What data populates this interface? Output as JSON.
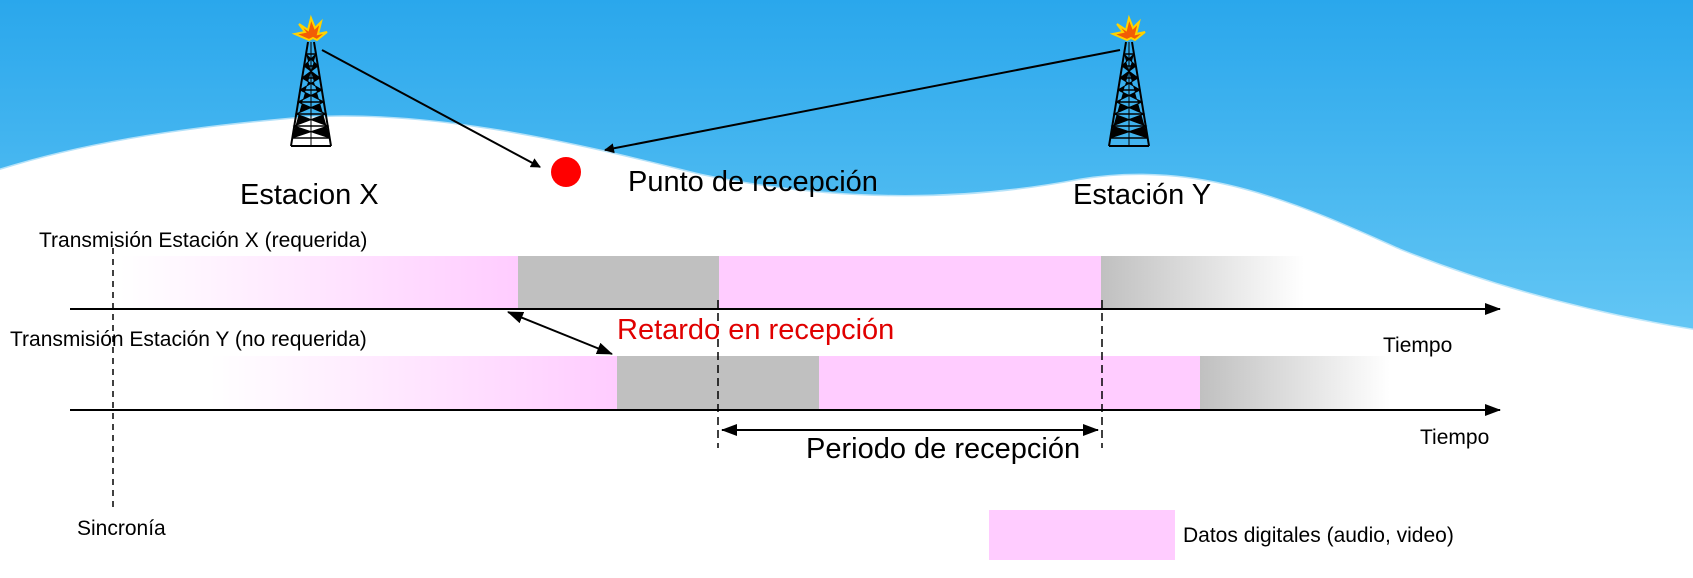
{
  "stations": {
    "x": {
      "label": "Estacion X"
    },
    "y": {
      "label": "Estación Y"
    }
  },
  "reception_point": {
    "label": "Punto de recepción",
    "color": "#ff0000"
  },
  "timelines": {
    "x": {
      "title": "Transmisión Estación X (requerida)",
      "axis_label": "Tiempo"
    },
    "y": {
      "title": "Transmisión Estación Y (no requerida)",
      "axis_label": "Tiempo"
    }
  },
  "annotations": {
    "delay": "Retardo en recepción",
    "period": "Periodo de recepción",
    "sync": "Sincronía"
  },
  "legend": {
    "label": "Datos digitales (audio, video)",
    "color": "#ffccff"
  },
  "colors": {
    "sky_top": "#2aa7ec",
    "sky_bottom": "#5cc3f3",
    "data_block": "#ffccff",
    "guard_block": "#c0c0c0",
    "delay_text": "#e00000"
  },
  "icons": [
    "transmission-tower-icon",
    "reception-point-icon"
  ]
}
